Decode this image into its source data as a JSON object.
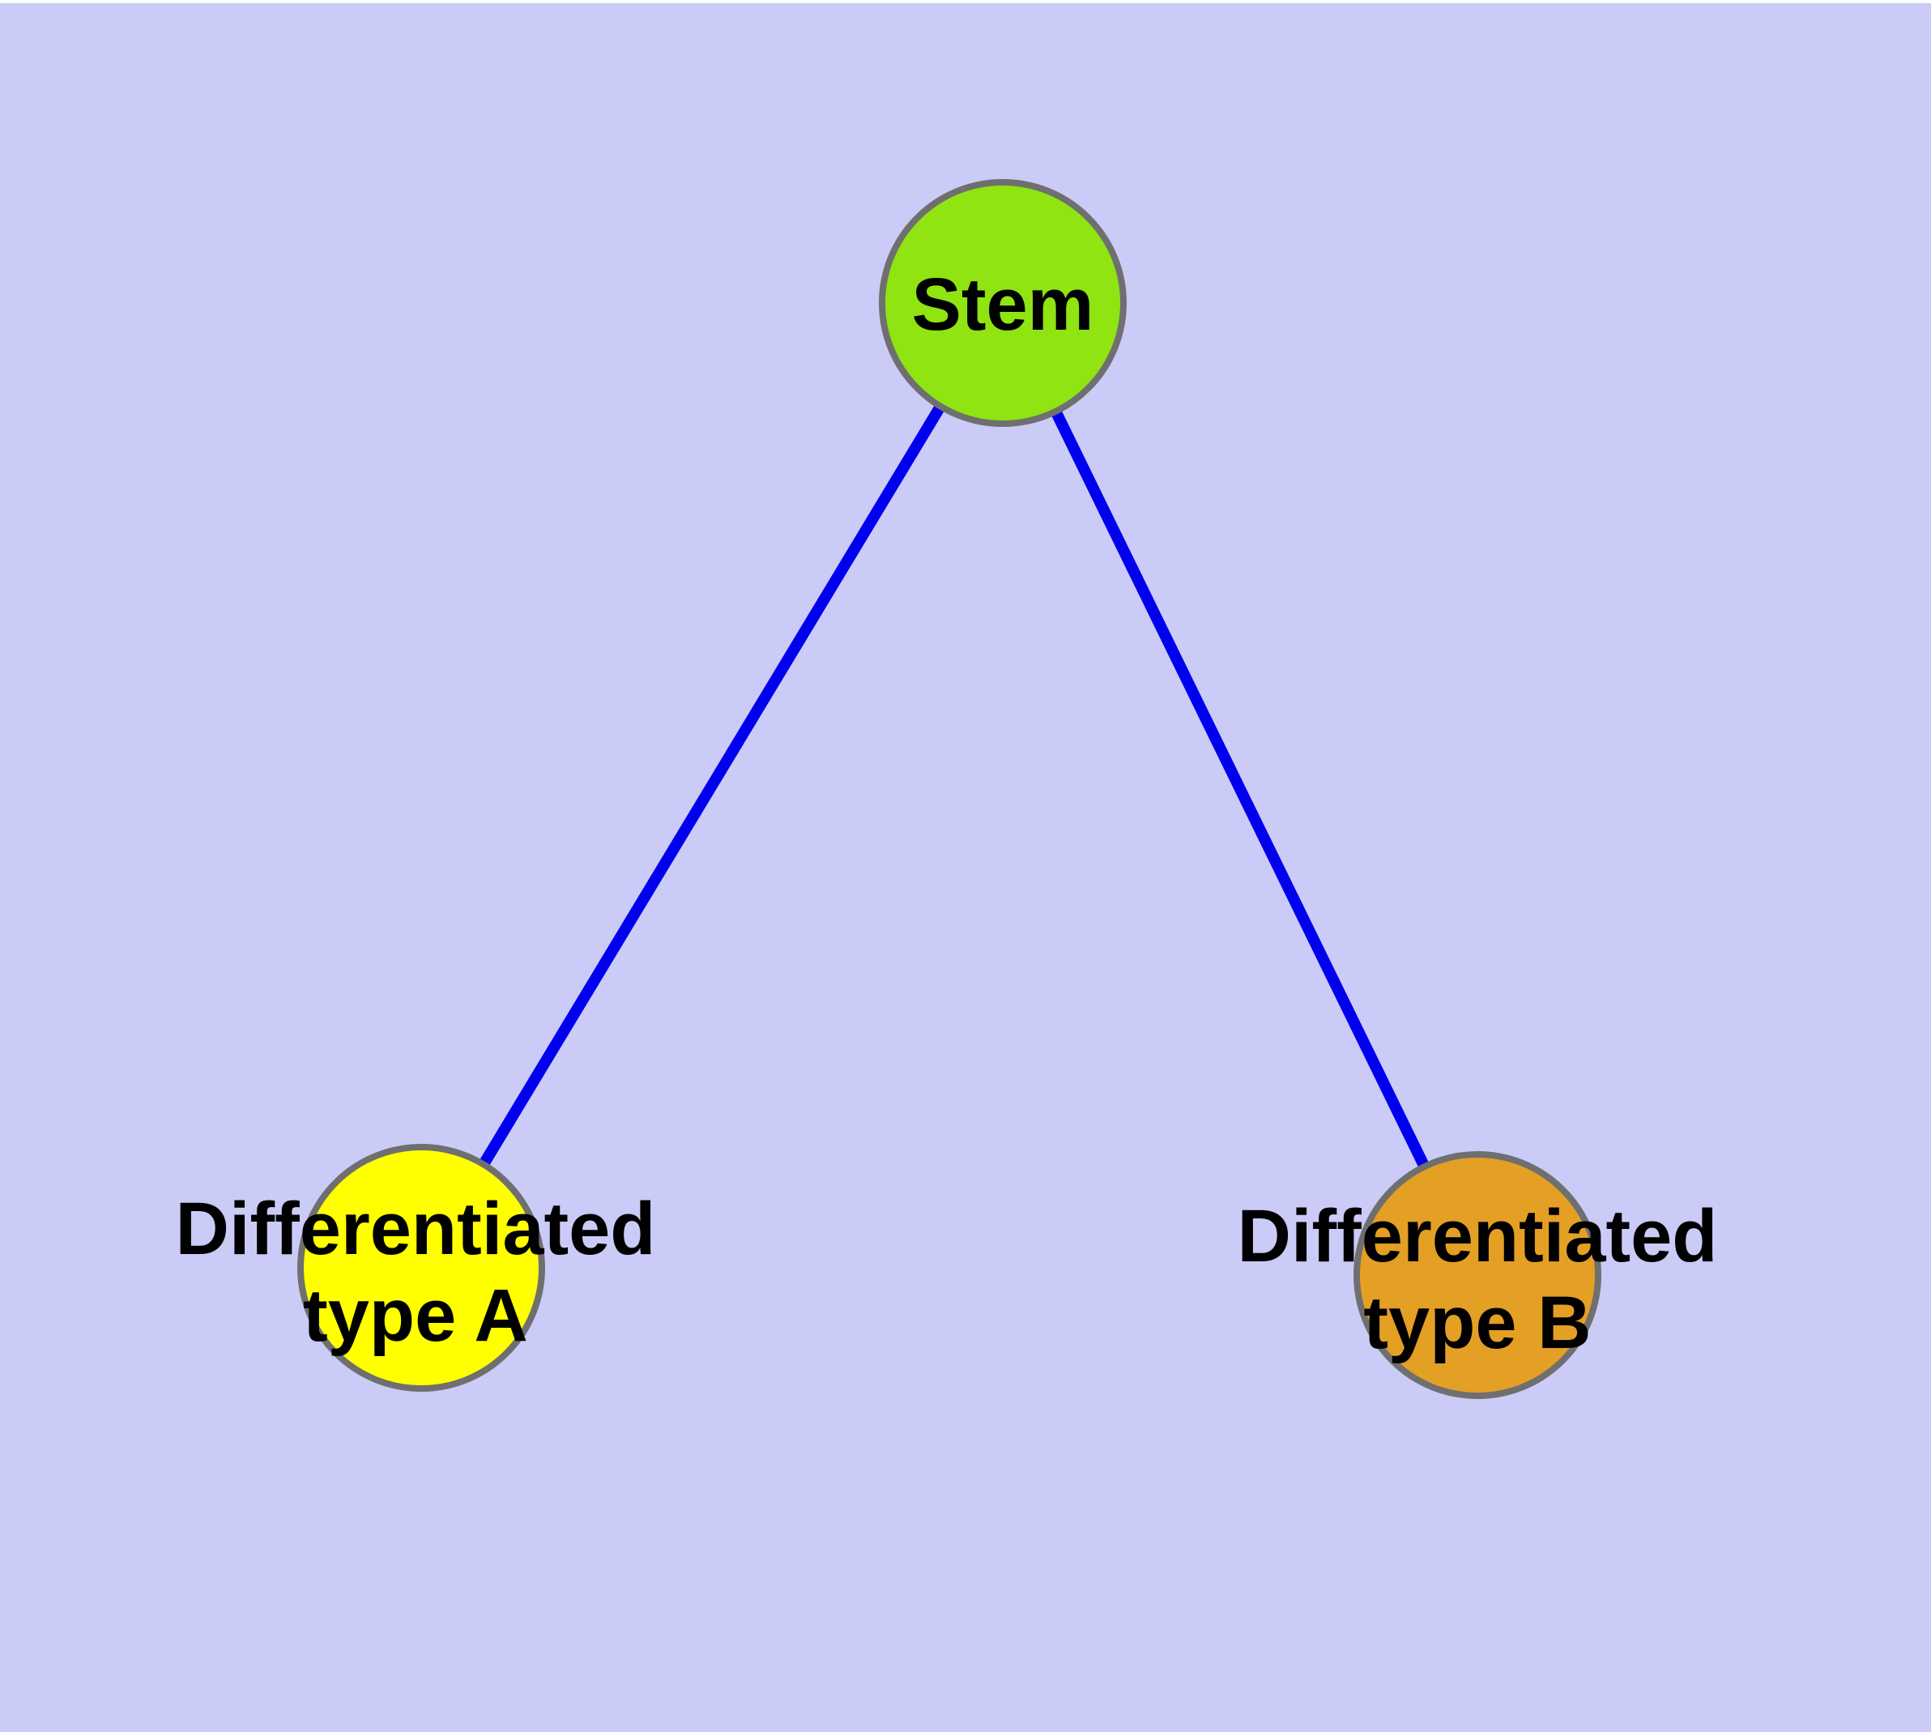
{
  "canvas": {
    "background": "#CBCBF7",
    "top_strip_color": "#FFFFFF"
  },
  "colors": {
    "edge": "#0000EE",
    "node_border": "#6F6F6F",
    "label_text": "#000000",
    "stem_fill": "#8FE412",
    "type_a_fill": "#FFFF00",
    "type_b_fill": "#E49F25"
  },
  "diagram": {
    "type": "node-link-graph",
    "nodes": [
      {
        "id": "stem",
        "label": "Stem",
        "lines": [
          "Stem"
        ],
        "fill": "#8FE412"
      },
      {
        "id": "differentiated-a",
        "label": "Differentiated type A",
        "lines": [
          "Differentiated",
          "type A"
        ],
        "fill": "#FFFF00"
      },
      {
        "id": "differentiated-b",
        "label": "Differentiated type B",
        "lines": [
          "Differentiated",
          "type B"
        ],
        "fill": "#E49F25"
      }
    ],
    "edges": [
      {
        "from": "stem",
        "to": "differentiated-a"
      },
      {
        "from": "stem",
        "to": "differentiated-b"
      }
    ]
  }
}
